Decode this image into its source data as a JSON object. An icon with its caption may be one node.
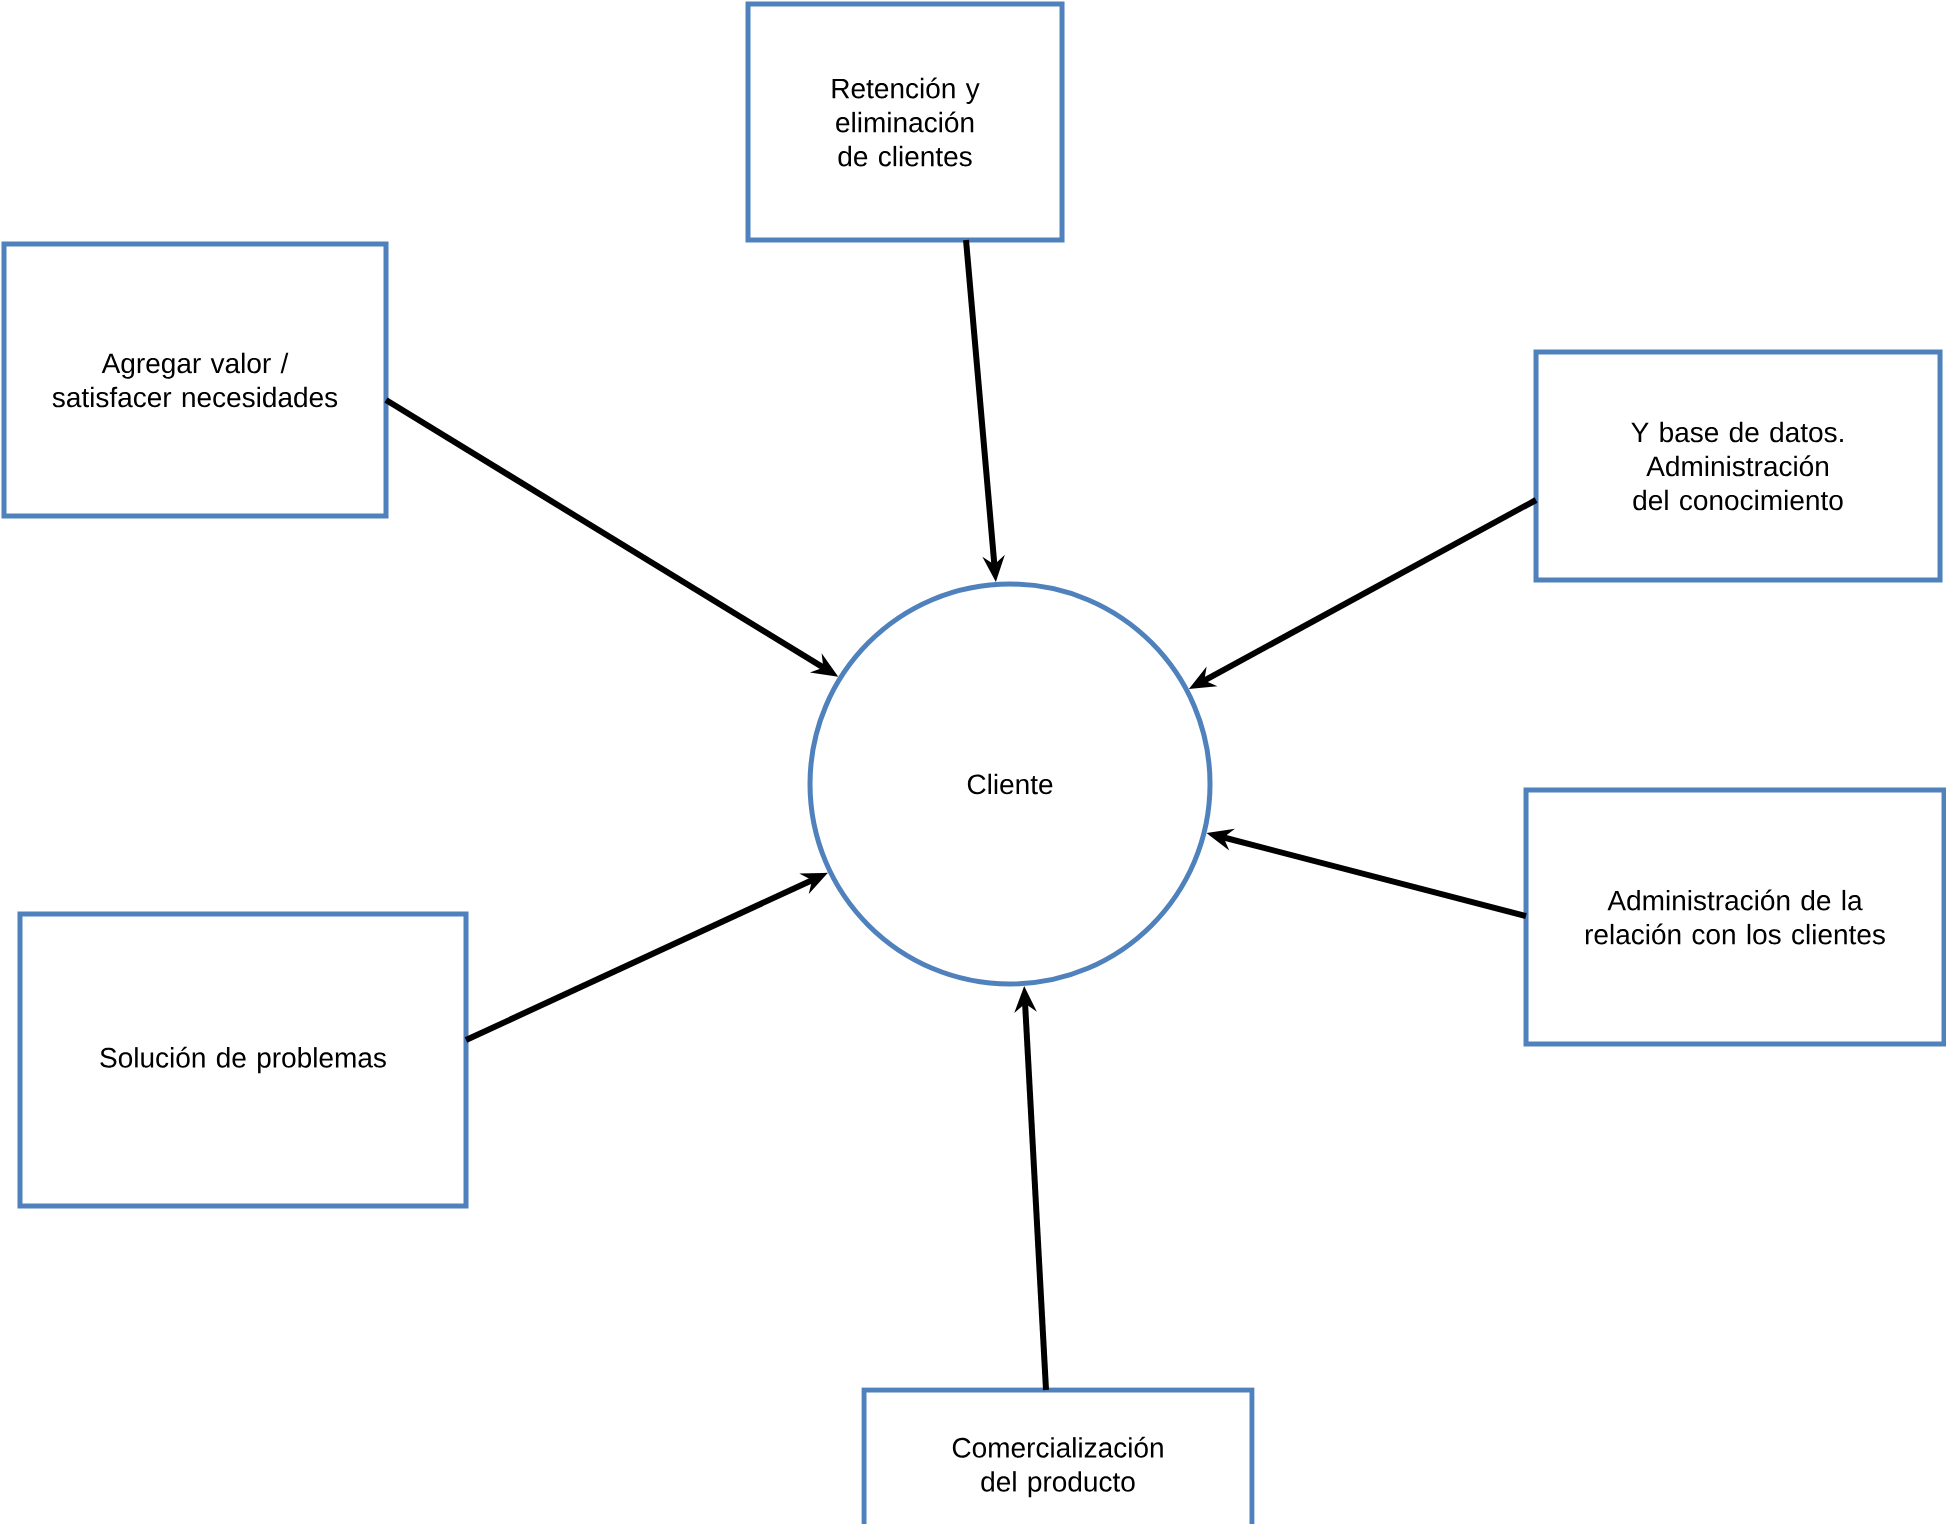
{
  "diagram": {
    "nodes": [
      {
        "text": [
          "Retención y eliminación de clientes"
        ]
      },
      {
        "text": [
          "Agregar valor / satisfacer necesidades"
        ]
      },
      {
        "text": [
          "Y base de datos. Administración del conocimiento"
        ]
      },
      {
        "text": [
          "Cliente"
        ]
      },
      {
        "text": [
          "Administración de la relación con los clientes"
        ]
      },
      {
        "text": [
          "Solución de problemas"
        ]
      },
      {
        "text": [
          "Comercialización del producto"
        ]
      }
    ],
    "edges": [
      {
        "from": 0,
        "to": 3,
        "arrow": "to"
      },
      {
        "from": 1,
        "to": 3,
        "arrow": "to"
      },
      {
        "from": 2,
        "to": 3,
        "arrow": "to"
      },
      {
        "from": 4,
        "to": 3,
        "arrow": "to"
      },
      {
        "from": 5,
        "to": 3,
        "arrow": "to"
      },
      {
        "from": 6,
        "to": 3,
        "arrow": "to"
      }
    ]
  }
}
